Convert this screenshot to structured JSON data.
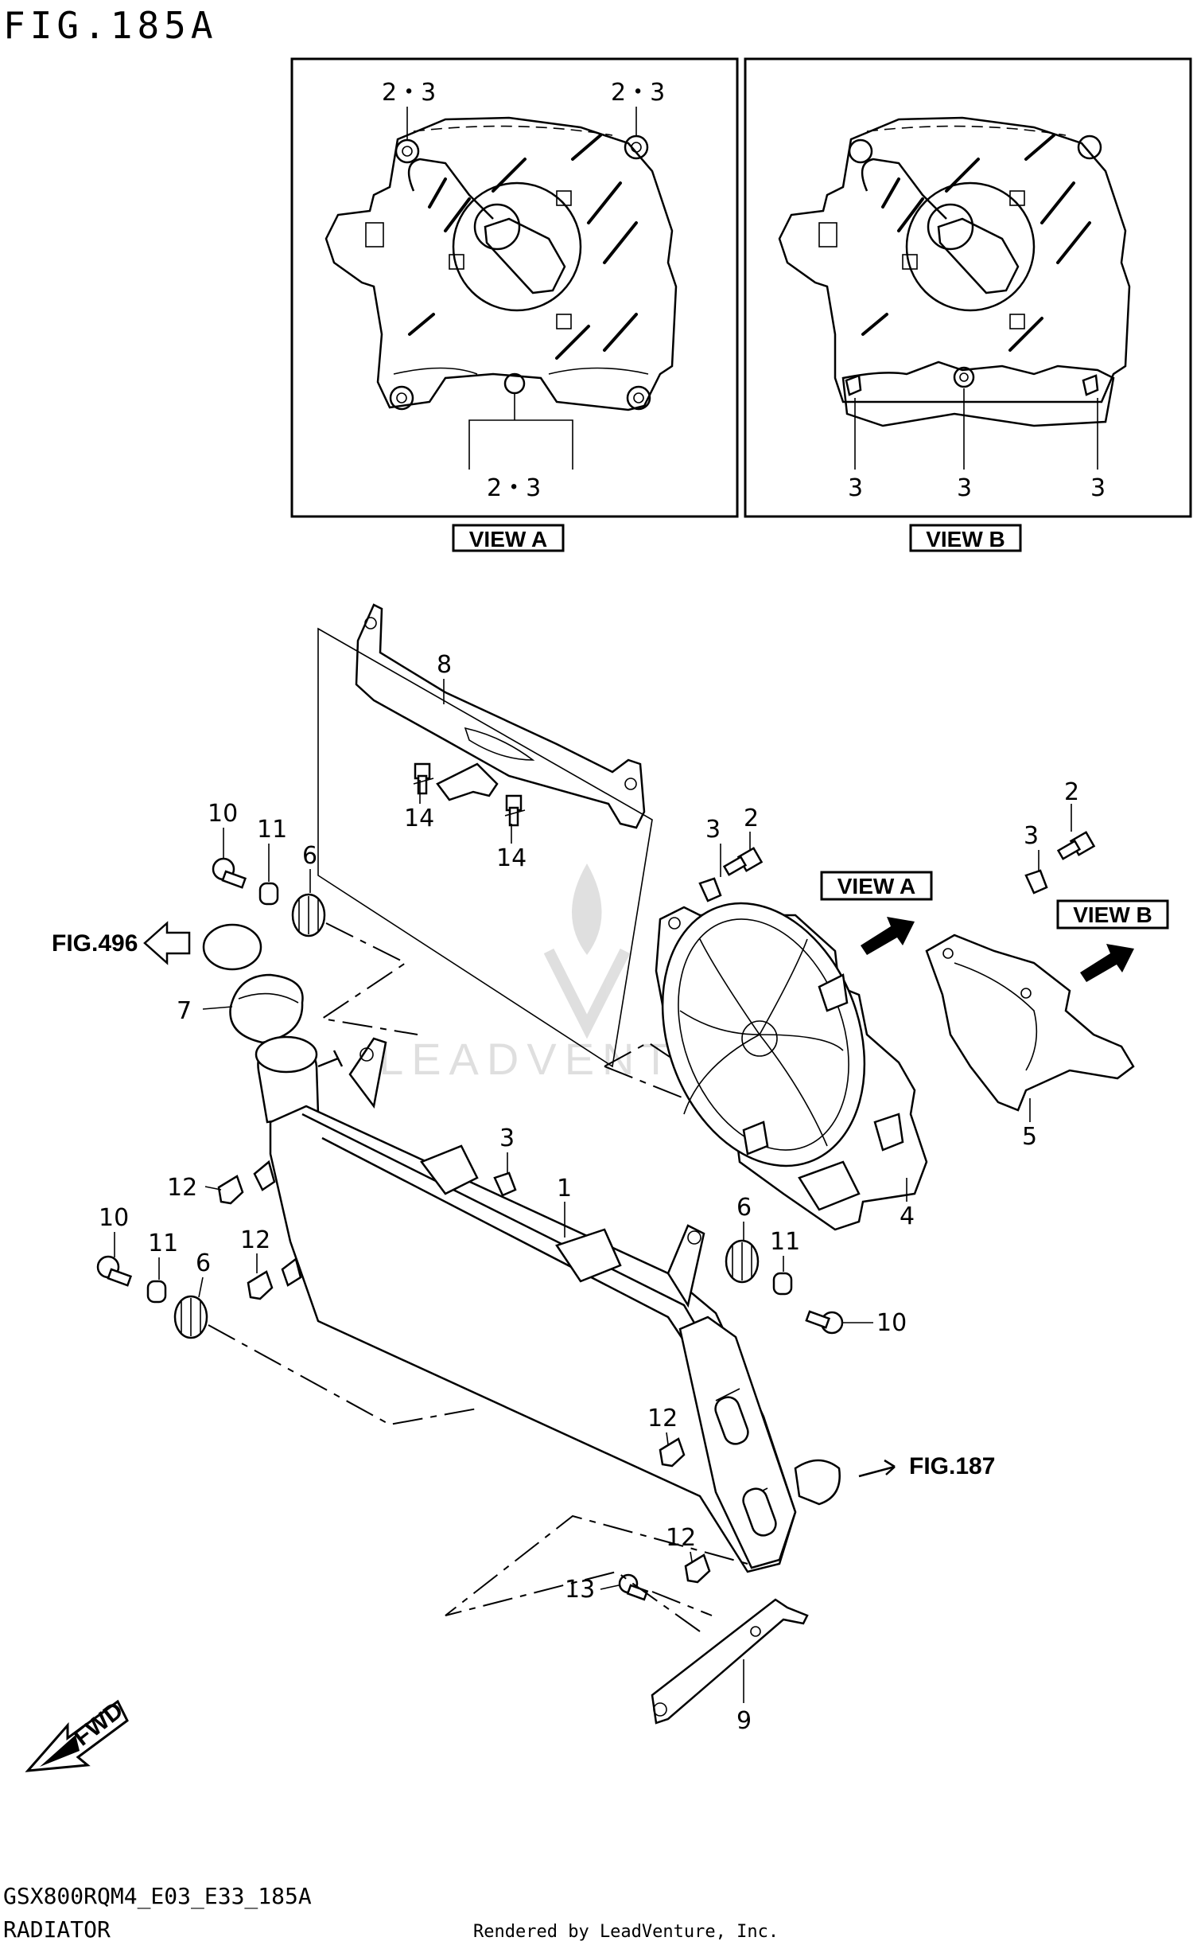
{
  "header": {
    "title": "FIG.185A"
  },
  "views": {
    "view_a": {
      "label": "VIEW A",
      "callouts": [
        "2・3",
        "2・3",
        "2・3"
      ]
    },
    "view_b": {
      "label": "VIEW B",
      "callouts": [
        "3",
        "3",
        "3"
      ]
    }
  },
  "callouts": {
    "c1": "1",
    "c2a": "2",
    "c2b": "2",
    "c3a": "3",
    "c3b": "3",
    "c3c": "3",
    "c4": "4",
    "c5": "5",
    "c6a": "6",
    "c6b": "6",
    "c6c": "6",
    "c7": "7",
    "c8": "8",
    "c9": "9",
    "c10a": "10",
    "c10b": "10",
    "c10c": "10",
    "c11a": "11",
    "c11b": "11",
    "c11c": "11",
    "c12a": "12",
    "c12b": "12",
    "c12c": "12",
    "c12d": "12",
    "c13": "13",
    "c14a": "14",
    "c14b": "14"
  },
  "references": {
    "fig496": "FIG.496",
    "fig187": "FIG.187",
    "view_a_ref": "VIEW A",
    "view_b_ref": "VIEW B",
    "fwd": "FWD"
  },
  "watermark": "LEADVENTURE",
  "footer": {
    "model_code": "GSX800RQM4_E03_E33_185A",
    "section_name": "RADIATOR",
    "rendered_by": "Rendered by LeadVenture, Inc."
  }
}
